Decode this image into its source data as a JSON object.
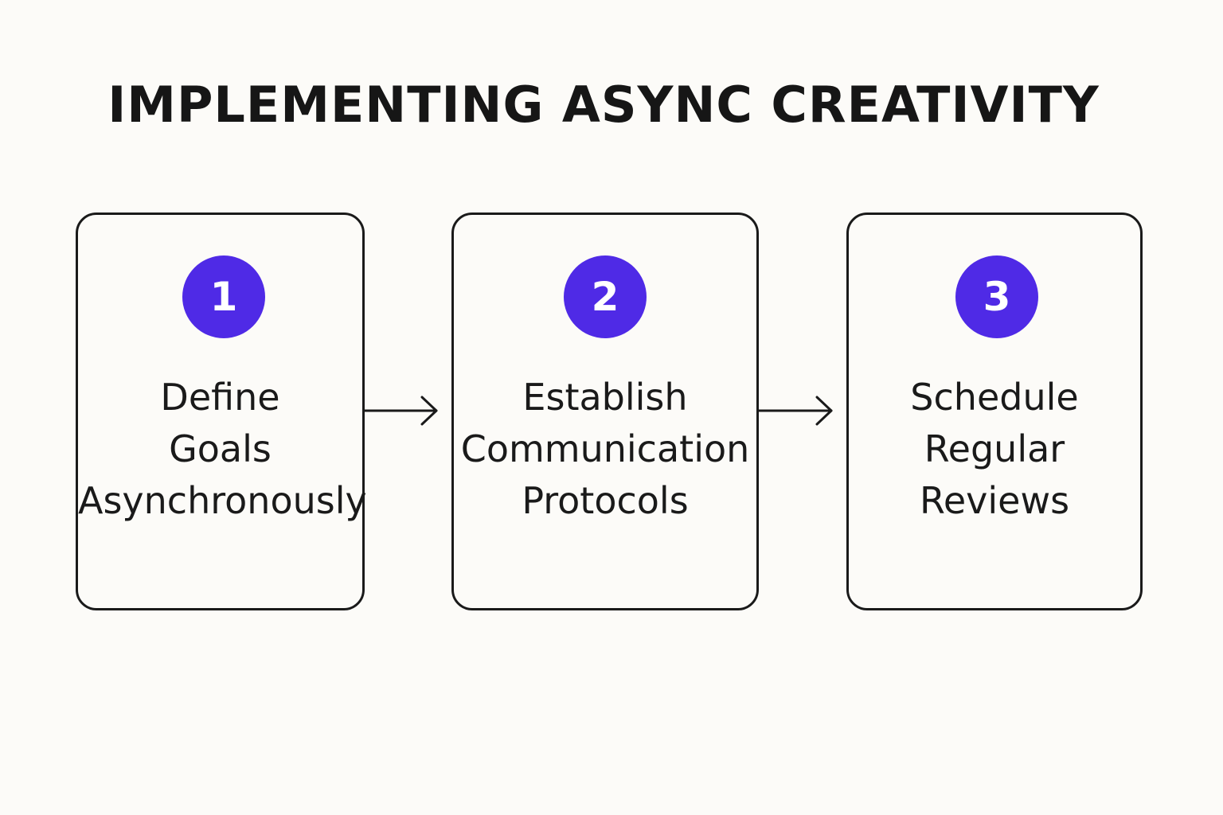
{
  "title": "IMPLEMENTING ASYNC CREATIVITY",
  "colors": {
    "background": "#fcfbf8",
    "badge": "#4f2ae6",
    "stroke": "#1a1a1a"
  },
  "steps": [
    {
      "number": "1",
      "lines": [
        "Define",
        "Goals",
        "Asynchronously"
      ]
    },
    {
      "number": "2",
      "lines": [
        "Establish",
        "Communication",
        "Protocols"
      ]
    },
    {
      "number": "3",
      "lines": [
        "Schedule",
        "Regular",
        "Reviews"
      ]
    }
  ],
  "connectors": [
    {
      "from": "1",
      "to": "2",
      "icon": "arrow-right-icon"
    },
    {
      "from": "2",
      "to": "3",
      "icon": "arrow-right-icon"
    }
  ]
}
